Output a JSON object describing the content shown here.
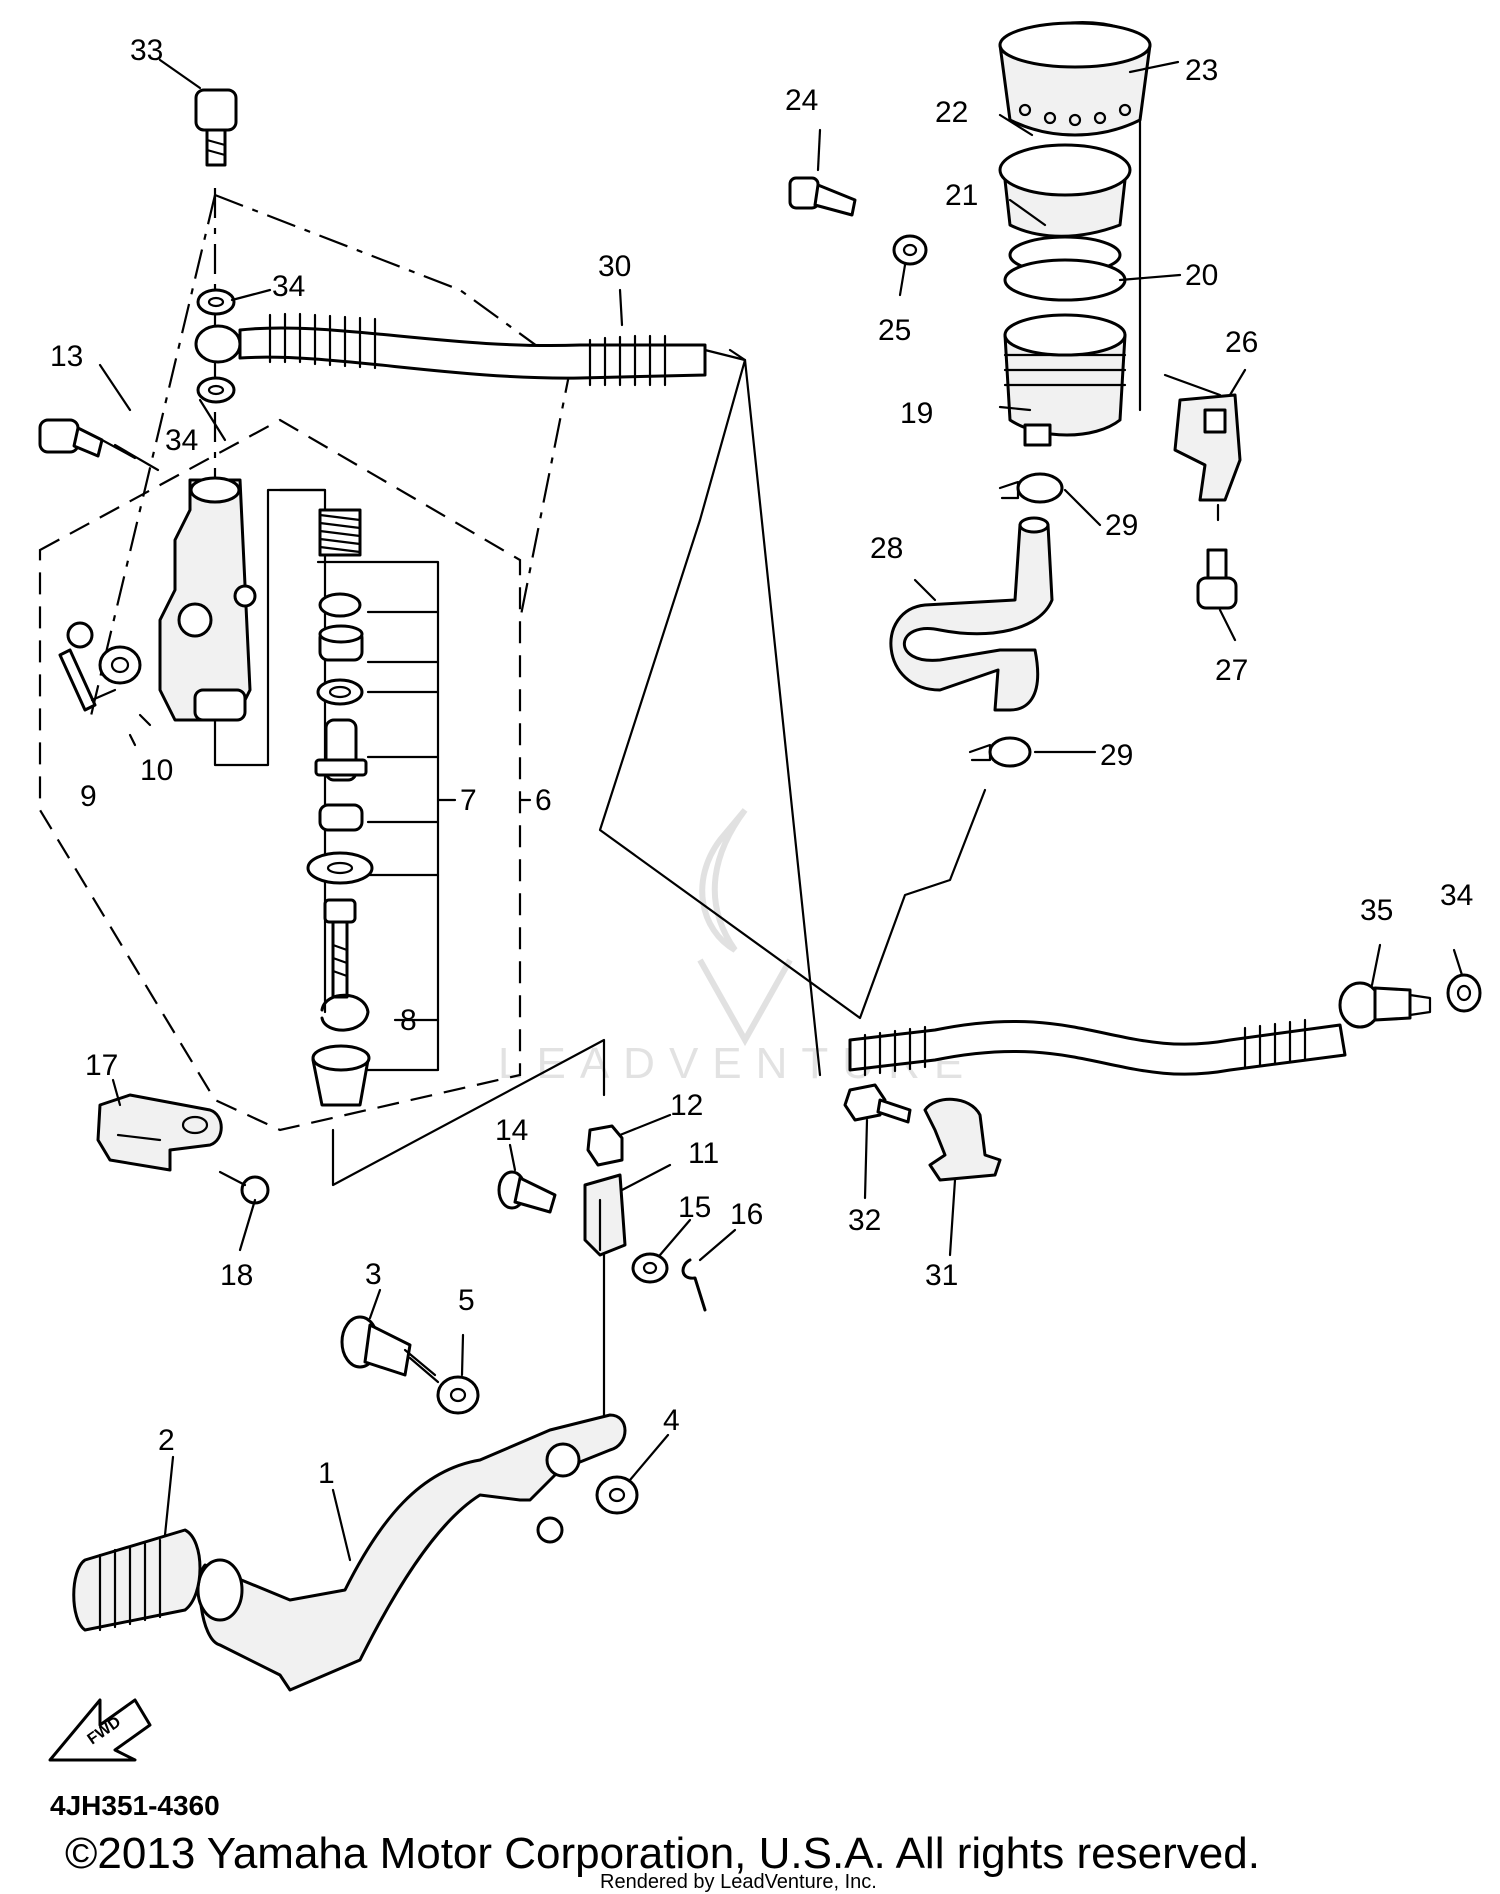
{
  "diagram": {
    "part_code": "4JH351-4360",
    "fwd_label": "FWD",
    "copyright": "©2013 Yamaha Motor Corporation, U.S.A. All rights reserved.",
    "rendered_by": "Rendered by LeadVenture, Inc.",
    "watermark": "LEADVENTURE",
    "callouts": [
      "1",
      "2",
      "3",
      "4",
      "5",
      "6",
      "7",
      "8",
      "9",
      "10",
      "11",
      "12",
      "13",
      "14",
      "15",
      "16",
      "17",
      "18",
      "19",
      "20",
      "21",
      "22",
      "23",
      "24",
      "25",
      "26",
      "27",
      "28",
      "29",
      "29",
      "30",
      "31",
      "32",
      "33",
      "34",
      "34",
      "34",
      "35"
    ]
  }
}
